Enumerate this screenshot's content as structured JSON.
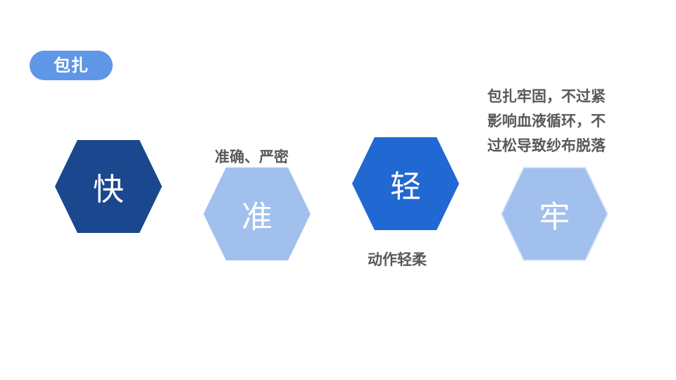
{
  "title": "包扎",
  "items": [
    {
      "char": "快",
      "color": "#1a478e",
      "caption": ""
    },
    {
      "char": "准",
      "color": "#a2c0ed",
      "caption": "准确、严密"
    },
    {
      "char": "轻",
      "color": "#2268d3",
      "caption": "动作轻柔"
    },
    {
      "char": "牢",
      "color": "#a2c0ed",
      "caption_lines": [
        "包扎牢固，不过紧",
        "影响血液循环，不",
        "过松导致纱布脱落"
      ]
    }
  ]
}
